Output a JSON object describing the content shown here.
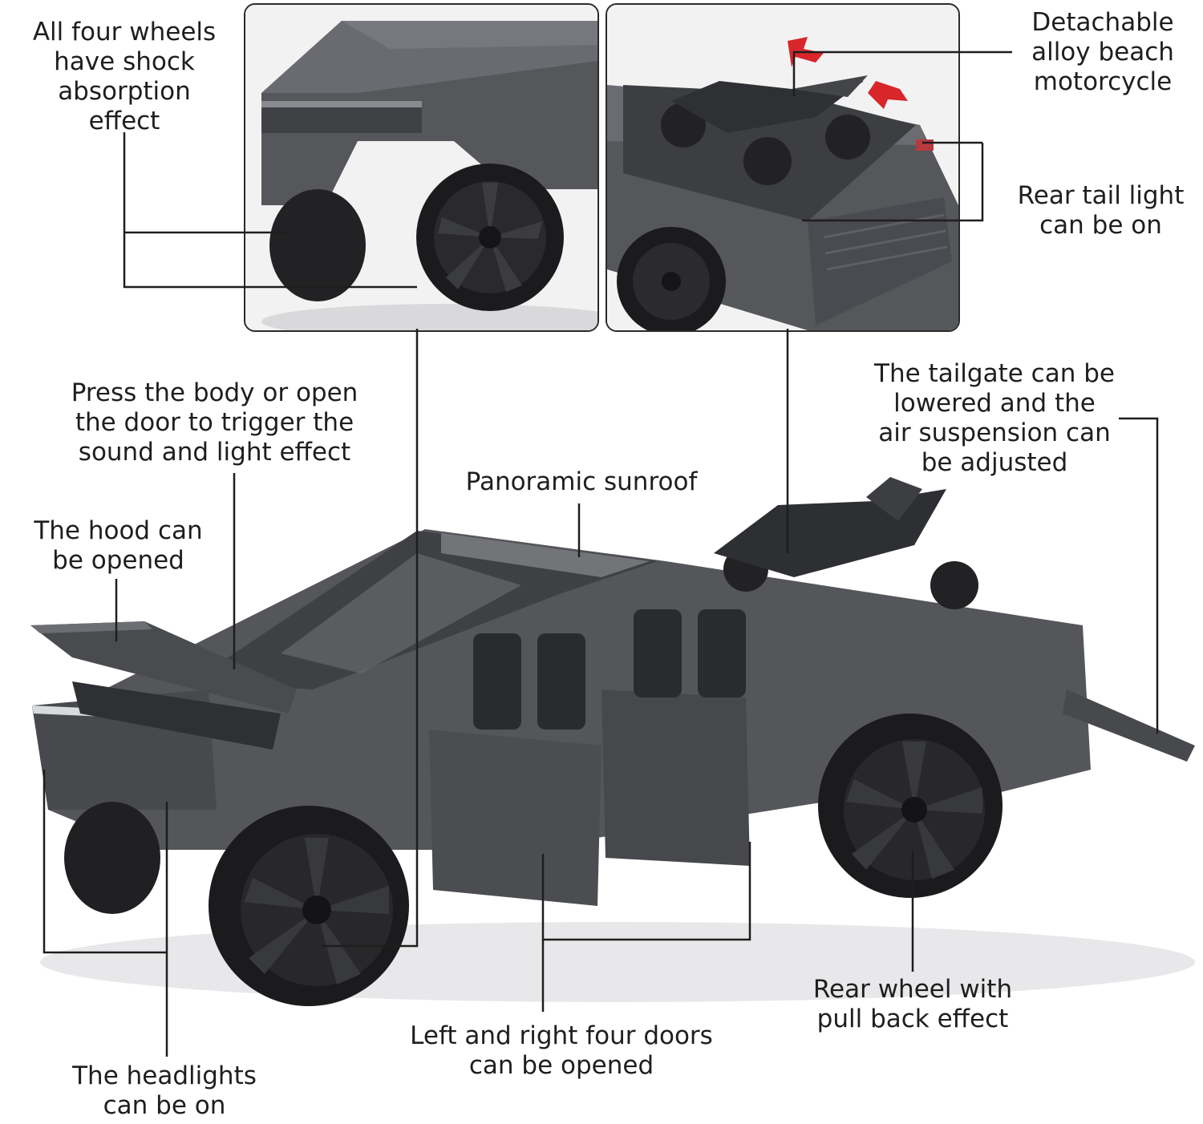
{
  "callouts": {
    "shock_absorption": [
      "All four wheels",
      "have shock",
      "absorption",
      "effect"
    ],
    "motorcycle": [
      "Detachable",
      "alloy beach",
      "motorcycle"
    ],
    "rear_tail_light": [
      "Rear tail light",
      "can be on"
    ],
    "sound_light": [
      "Press the body or open",
      "the door to trigger the",
      "sound and light effect"
    ],
    "tailgate": [
      "The tailgate can be",
      "lowered and the",
      "air suspension can",
      "be adjusted"
    ],
    "sunroof": [
      "Panoramic sunroof"
    ],
    "hood": [
      "The hood can",
      "be opened"
    ],
    "rear_wheel": [
      "Rear wheel with",
      "pull back effect"
    ],
    "doors": [
      "Left and right four doors",
      "can be opened"
    ],
    "headlights": [
      "The headlights",
      "can be on"
    ]
  },
  "colors": {
    "ink": "#1e1e1e",
    "body": "#5b5c60",
    "body_dark": "#3a3b3f",
    "tire": "#1c1c1e",
    "arrow": "#d8262b"
  }
}
